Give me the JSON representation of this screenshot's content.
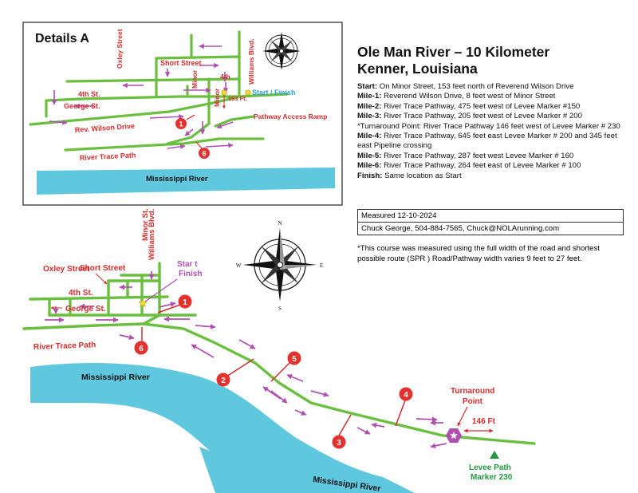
{
  "inset": {
    "title": "Details A",
    "streets": {
      "oxley": "Oxley Street",
      "short": "Short Street",
      "fourth_left": "4th St.",
      "fourth_right": "4th",
      "minor": "Minor",
      "williams": "Williams Blvd.",
      "george": "George St.",
      "wilson": "Rev. Wilson Drive",
      "river_trace": "River Trace Path",
      "access_ramp": "Pathway Access Ramp",
      "river": "Mississippi River"
    },
    "start_finish": "Start / Finish",
    "distance": "153 Ft.",
    "markers": [
      "1",
      "6"
    ]
  },
  "info": {
    "title": "Ole Man River – 10 Kilometer",
    "subtitle": "Kenner, Louisiana",
    "lines": [
      {
        "label": "Start:",
        "text": "On Minor Street, 153 feet north of Reverend Wilson Drive"
      },
      {
        "label": "Mile-1:",
        "text": "Reverend Wilson Drive, 8 feet west of Minor Street"
      },
      {
        "label": "Mile-2:",
        "text": "River Trace Pathway, 475 feet west of Levee Marker #150"
      },
      {
        "label": "Mile-3:",
        "text": "River Trace Pathway, 205 feet west of Levee Marker # 200"
      },
      {
        "label": "",
        "text": "*Turnaround Point: River Trace Pathway 146 feet west of Levee Marker # 230"
      },
      {
        "label": "Mile-4:",
        "text": "River Trace Pathway, 645 feet east Levee Marker # 200 and 345 feet east Pipeline crossing"
      },
      {
        "label": "Mile-5:",
        "text": "River Trace Pathway, 287 feet west Levee Marker # 160"
      },
      {
        "label": "Mile-6:",
        "text": "River Trace Pathway, 264 feet east of Levee Marker # 100"
      },
      {
        "label": "Finish:",
        "text": "Same location as Start"
      }
    ],
    "measured": "Measured 12-10-2024",
    "contact": "Chuck George, 504-884-7565, Chuck@NOLArunning.com",
    "note": "*This course was measured using the full width of the road and shortest possible route (SPR ) Road/Pathway width varies 9 feet to 27 feet."
  },
  "main": {
    "streets": {
      "oxley": "Oxley Street",
      "short": "Short Street",
      "fourth": "4th St.",
      "george": "George St.",
      "williams": "Williams Blvd.",
      "minor": "Minor St.",
      "river_trace": "River Trace Path"
    },
    "start_finish_line1": "Star t",
    "start_finish_line2": "Finish",
    "river_upper": "Mississippi River",
    "river_lower": "Mississippi River",
    "turnaround_line1": "Turnaround",
    "turnaround_line2": "Point",
    "turnaround_distance": "146 Ft",
    "levee_line1": "Levee Path",
    "levee_line2": "Marker 230",
    "mile_markers": [
      "1",
      "2",
      "3",
      "4",
      "5",
      "6"
    ]
  },
  "compass": {
    "n": "N",
    "s": "S",
    "e": "E",
    "w": "W"
  },
  "colors": {
    "route": "#6abf3f",
    "river": "#5fc8df",
    "arrow": "#b04fb2",
    "label": "#d62b2b",
    "mile_marker": "#e3312d",
    "start_finish_inset": "#2b9fd8",
    "levee": "#1f9a3e",
    "turnaround": "#b04fb2"
  }
}
